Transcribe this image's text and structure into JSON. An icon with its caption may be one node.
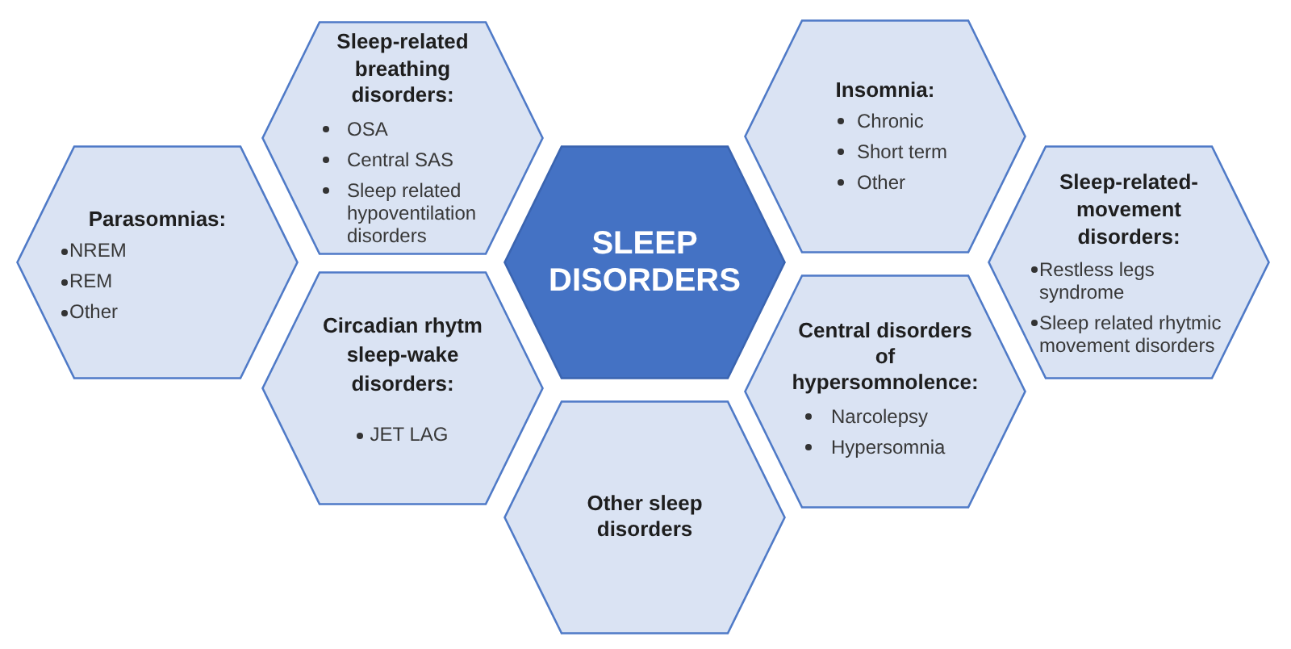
{
  "diagram": {
    "nodes": [
      {
        "text": [
          "Parasomnias:",
          "NREM",
          "REM",
          "Other"
        ]
      },
      {
        "text": [
          "Sleep-related breathing disorders:",
          "OSA",
          "Central SAS",
          "Sleep related hypoventilation disorders"
        ]
      },
      {
        "text": [
          "Circadian rhytm sleep-wake disorders:",
          "JET LAG"
        ]
      },
      {
        "text": [
          "SLEEP DISORDERS"
        ]
      },
      {
        "text": [
          "Other sleep disorders"
        ]
      },
      {
        "text": [
          "Insomnia:",
          "Chronic",
          "Short term",
          "Other"
        ]
      },
      {
        "text": [
          "Central disorders of hypersomnolence:",
          "Narcolepsy",
          "Hypersomnia"
        ]
      },
      {
        "text": [
          "Sleep-related-movement disorders:",
          "Restless legs syndrome",
          "Sleep related rhytmic movement disorders"
        ]
      }
    ]
  }
}
